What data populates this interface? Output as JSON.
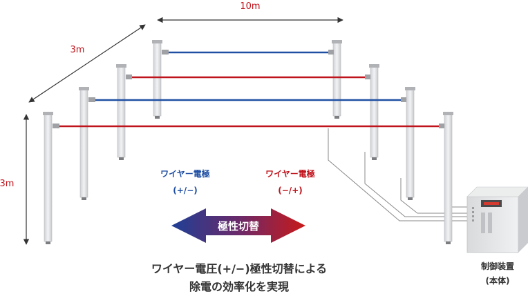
{
  "dimensions": {
    "width_label": "10m",
    "depth_label": "3m",
    "height_label": "3m"
  },
  "electrodes": {
    "left": {
      "title": "ワイヤー電極",
      "polarity": "(+/−)"
    },
    "right": {
      "title": "ワイヤー電極",
      "polarity": "(−/+)"
    }
  },
  "switch_label": "極性切替",
  "caption": {
    "line1": "ワイヤー電圧(+/−)極性切替による",
    "line2": "除電の効率化を実現"
  },
  "controller": {
    "name": "制御装置",
    "sub": "(本体)",
    "display_color": "#d43a2f"
  },
  "colors": {
    "blue_wire": "#1f4fa3",
    "red_wire": "#c0141c",
    "post": "#e6e6e8"
  }
}
